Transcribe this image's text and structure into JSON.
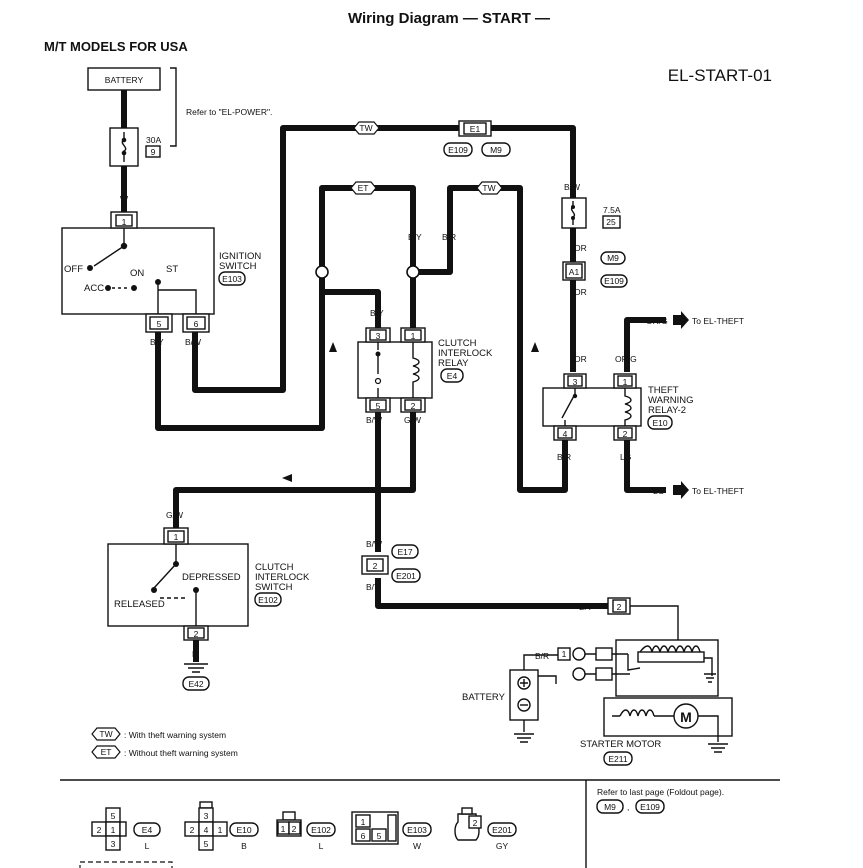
{
  "header": {
    "title": "Wiring Diagram — START —",
    "subtitle": "M/T MODELS FOR USA",
    "code": "EL-START-01"
  },
  "battery_top": {
    "label": "BATTERY",
    "refer": "Refer to \"EL-POWER\"."
  },
  "fuse_main": {
    "rating": "30A",
    "number": "9"
  },
  "fuse_small": {
    "rating": "7.5A",
    "number": "25"
  },
  "ignition_switch": {
    "name_line1": "IGNITION",
    "name_line2": "SWITCH",
    "connector": "E103",
    "pos_off": "OFF",
    "pos_acc": "ACC",
    "pos_on": "ON",
    "pos_st": "ST"
  },
  "clutch_relay": {
    "line1": "CLUTCH",
    "line2": "INTERLOCK",
    "line3": "RELAY",
    "connector": "E4"
  },
  "theft_relay": {
    "line1": "THEFT",
    "line2": "WARNING",
    "line3": "RELAY-2",
    "connector": "E10"
  },
  "clutch_switch": {
    "line1": "CLUTCH",
    "line2": "INTERLOCK",
    "line3": "SWITCH",
    "connector": "E102",
    "pos_depressed": "DEPRESSED",
    "pos_released": "RELEASED"
  },
  "starter": {
    "label": "STARTER MOTOR",
    "connector": "E211",
    "battery_label": "BATTERY"
  },
  "wire_colors": {
    "w": "W",
    "b_y": "B/Y",
    "b_w": "B/W",
    "b_r": "B/R",
    "or": "OR",
    "or_g": "OR/G",
    "g_w": "G/W",
    "lg": "LG",
    "b": "B"
  },
  "pins": {
    "p1": "1",
    "p2": "2",
    "p3": "3",
    "p4": "4",
    "p5": "5",
    "p6": "6"
  },
  "connectors": {
    "e1": "E1",
    "e109": "E109",
    "m9": "M9",
    "a1": "A1",
    "e17": "E17",
    "e201": "E201",
    "e42": "E42"
  },
  "notes": {
    "to_el_theft": "To EL-THEFT",
    "tw": "TW",
    "et": "ET",
    "tw_note": ": With theft warning system",
    "et_note": ": Without theft warning system"
  },
  "footer": {
    "refer_note": "Refer to last page (Foldout page).",
    "refer_m9": "M9",
    "refer_e109": "E109",
    "conns": [
      {
        "id": "E4",
        "color": "L"
      },
      {
        "id": "E10",
        "color": "B"
      },
      {
        "id": "E102",
        "color": "L"
      },
      {
        "id": "E103",
        "color": "W"
      },
      {
        "id": "E201",
        "color": "GY"
      }
    ]
  }
}
